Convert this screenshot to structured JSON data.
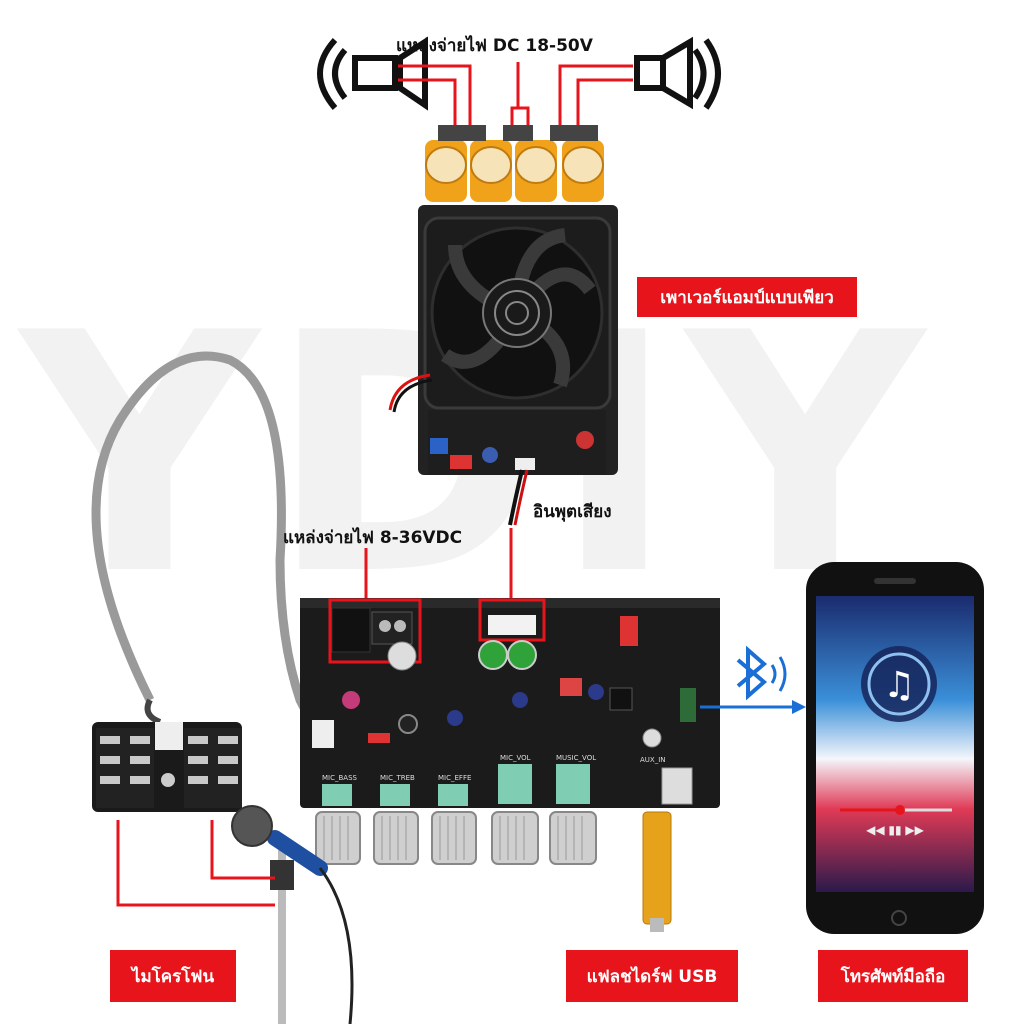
{
  "watermark": "YDIY",
  "labels": {
    "power_dc_amp": "แหล่งจ่ายไฟ DC 18-50V",
    "mono_amp": "เพาเวอร์แอมป์แบบเพียว",
    "audio_input": "อินพุตเสียง",
    "power_dc_board": "แหล่งจ่ายไฟ 8-36VDC",
    "microphone": "ไมโครโฟน",
    "usb_flash": "แฟลชไดร์ฟ USB",
    "mobile_phone": "โทรศัพท์มือถือ"
  },
  "board_silkscreen": {
    "mic_bass": "MIC_BASS",
    "mic_treb": "MIC_TREB",
    "mic_effe": "MIC_EFFE",
    "mic_vol": "MIC_VOL",
    "music_vol": "MUSIC_VOL",
    "aux_in": "AUX_IN"
  },
  "colors": {
    "callout_red": "#e8141b",
    "bluetooth_blue": "#1a6fd6",
    "pcb_black": "#1b1b1b"
  },
  "icons": [
    "speaker-left-icon",
    "speaker-right-icon",
    "bluetooth-icon",
    "music-note-icon",
    "player-controls-icon"
  ]
}
